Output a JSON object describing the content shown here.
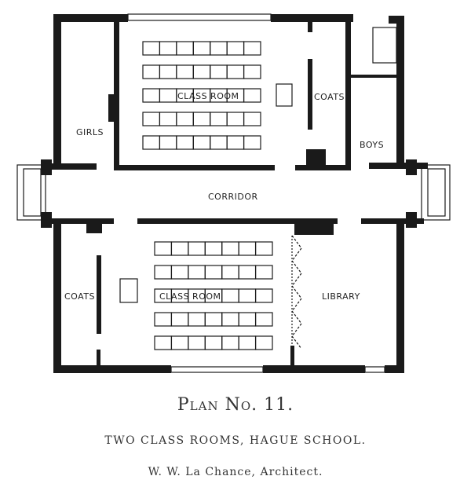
{
  "plan": {
    "labels": {
      "upper_classroom": "CLASS ROOM",
      "upper_coats": "COATS",
      "girls": "GIRLS",
      "boys": "BOYS",
      "corridor": "CORRIDOR",
      "lower_coats": "COATS",
      "lower_classroom": "CLASS ROOM",
      "library": "LIBRARY"
    },
    "upper_desks": {
      "rows": 5,
      "seats_per_row": 7
    },
    "lower_desks": {
      "rows": 5,
      "seats_per_row": 7
    },
    "colors": {
      "ink": "#1a1a1a",
      "paper": "#ffffff"
    }
  },
  "caption": {
    "title": "Plan No. 11.",
    "subtitle": "TWO CLASS ROOMS, HAGUE SCHOOL.",
    "credit": "W. W. La Chance, Architect."
  }
}
